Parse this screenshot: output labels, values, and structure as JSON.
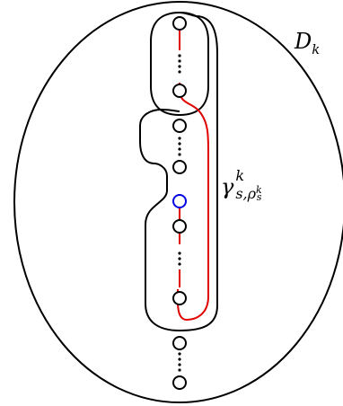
{
  "labels": {
    "disk_main": "D",
    "disk_sub": "k",
    "curve_main": "γ",
    "curve_sup": "k",
    "curve_sub_s": "s,",
    "curve_sub_rho": "ρ",
    "curve_sub_rho_sup": "k",
    "curve_sub_rho_sub": "s"
  },
  "colors": {
    "outline": "#000000",
    "curve": "#e00000",
    "highlight_puncture": "#0000e0"
  }
}
